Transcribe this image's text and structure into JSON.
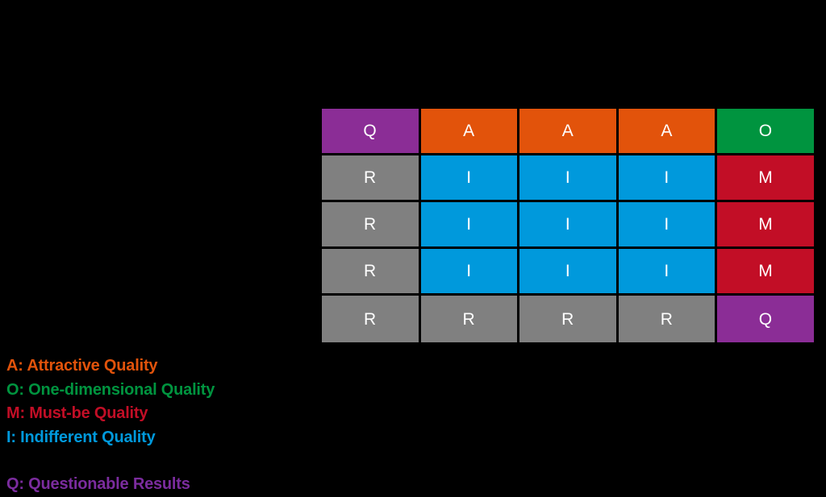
{
  "table": {
    "name": "kano-evaluation-table",
    "columns": 5,
    "rows": 5,
    "cells": [
      [
        {
          "code": "Q",
          "label": "Q"
        },
        {
          "code": "A",
          "label": "A"
        },
        {
          "code": "A",
          "label": "A"
        },
        {
          "code": "A",
          "label": "A"
        },
        {
          "code": "O",
          "label": "O"
        }
      ],
      [
        {
          "code": "R",
          "label": "R"
        },
        {
          "code": "I",
          "label": "I"
        },
        {
          "code": "I",
          "label": "I"
        },
        {
          "code": "I",
          "label": "I"
        },
        {
          "code": "M",
          "label": "M"
        }
      ],
      [
        {
          "code": "R",
          "label": "R"
        },
        {
          "code": "I",
          "label": "I"
        },
        {
          "code": "I",
          "label": "I"
        },
        {
          "code": "I",
          "label": "I"
        },
        {
          "code": "M",
          "label": "M"
        }
      ],
      [
        {
          "code": "R",
          "label": "R"
        },
        {
          "code": "I",
          "label": "I"
        },
        {
          "code": "I",
          "label": "I"
        },
        {
          "code": "I",
          "label": "I"
        },
        {
          "code": "M",
          "label": "M"
        }
      ],
      [
        {
          "code": "R",
          "label": "R"
        },
        {
          "code": "R",
          "label": "R"
        },
        {
          "code": "R",
          "label": "R"
        },
        {
          "code": "R",
          "label": "R"
        },
        {
          "code": "Q",
          "label": "Q"
        }
      ]
    ]
  },
  "legend": {
    "items": [
      {
        "key": "A",
        "text": "A: Attractive Quality",
        "color": "#E2530B",
        "spacer_before": false
      },
      {
        "key": "O",
        "text": "O: One-dimensional Quality",
        "color": "#00943F",
        "spacer_before": false
      },
      {
        "key": "M",
        "text": "M: Must-be Quality",
        "color": "#C20E26",
        "spacer_before": false
      },
      {
        "key": "I",
        "text": "I: Indifferent Quality",
        "color": "#0099DC",
        "spacer_before": false
      },
      {
        "key": "Q",
        "text": "Q: Questionable Results",
        "color": "#7B2C9E",
        "spacer_before": true
      }
    ]
  },
  "colors": {
    "background": "#000000",
    "attractive": "#E2530B",
    "one_dimensional": "#00943F",
    "must_be": "#C20E26",
    "indifferent": "#0099DC",
    "questionable": "#8B2D96",
    "reverse": "#808080",
    "cell_text": "#FFFFFF"
  }
}
